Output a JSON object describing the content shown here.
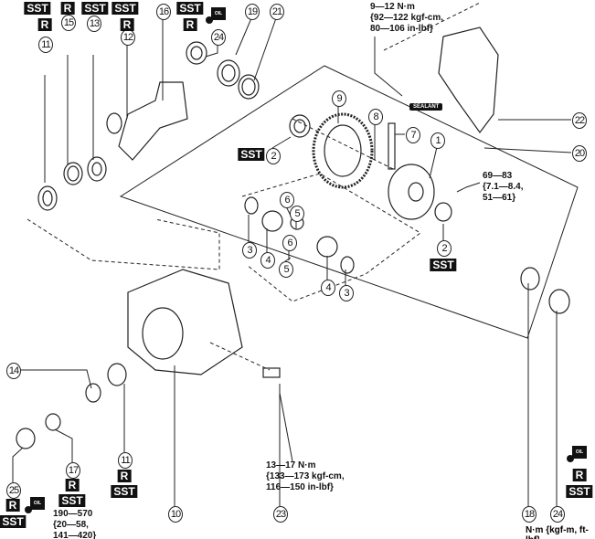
{
  "callouts": {
    "c11a": "11",
    "c15": "15",
    "c13": "13",
    "c12": "12",
    "c16": "16",
    "c24a": "24",
    "c19": "19",
    "c21": "21",
    "c9": "9",
    "c8": "8",
    "c7": "7",
    "c1": "1",
    "c20": "20",
    "c22": "22",
    "c2a": "2",
    "c2b": "2",
    "c3a": "3",
    "c4a": "4",
    "c6a": "6",
    "c5a": "5",
    "c6b": "6",
    "c5b": "5",
    "c4b": "4",
    "c3b": "3",
    "c14": "14",
    "c10": "10",
    "c23": "23",
    "c11b": "11",
    "c17": "17",
    "c25": "25",
    "c18": "18",
    "c24b": "24"
  },
  "tags": {
    "sst": "SST",
    "r": "R"
  },
  "oil_label": "OIL",
  "sealant_label": "SEALANT",
  "torques": {
    "cover_bolt": "9—12 N·m\n{92—122 kgf-cm,\n80—106 in-lbf}",
    "ring_gear_bolt": "69—83\n{7.1—8.4,\n51—61}",
    "sensor": "13—17 N·m\n{133—173 kgf-cm,\n116—150 in-lbf}",
    "locknut": "190—570\n{20—58,\n141—420}"
  },
  "unit_note": "N·m {kgf-m, ft-lbf}"
}
